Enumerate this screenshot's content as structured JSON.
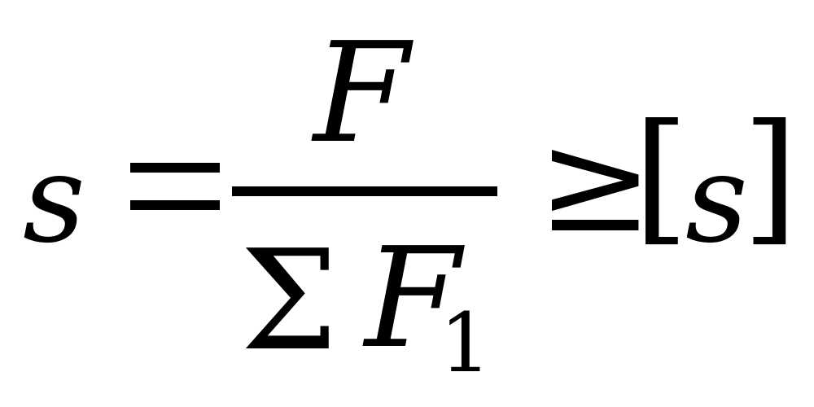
{
  "equation": {
    "lhs": "s",
    "numerator": "F",
    "sum_symbol": "Σ",
    "denominator_var": "F",
    "denominator_subscript": "1",
    "relation": "≥",
    "bracket_open": "[",
    "rhs_var": "s",
    "bracket_close": "]",
    "color": "#000000",
    "background": "#ffffff"
  }
}
